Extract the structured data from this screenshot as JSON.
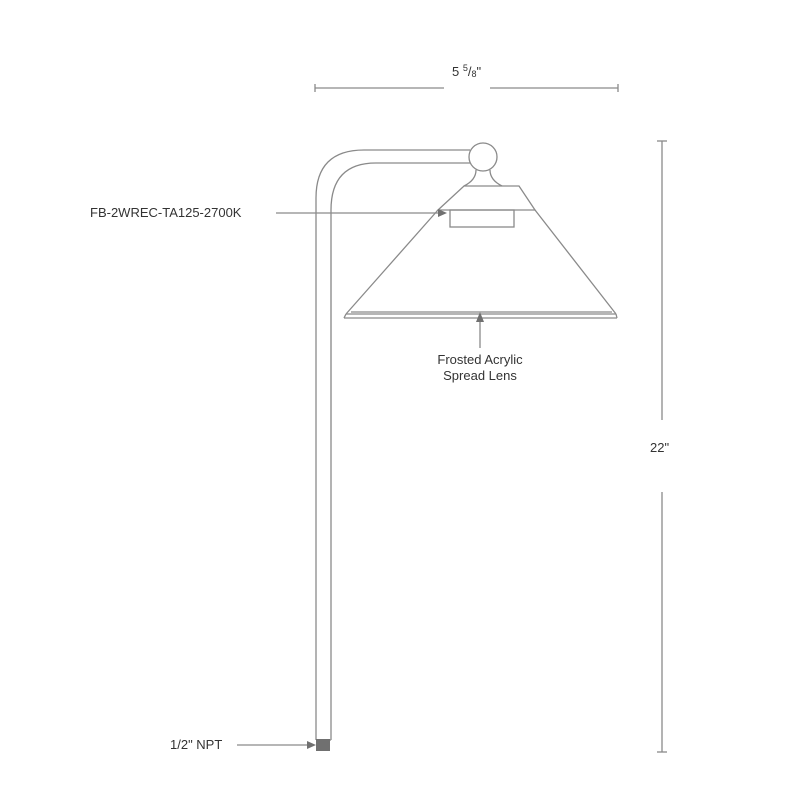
{
  "diagram": {
    "title": "Path light dimension drawing",
    "stroke_color": "#8a8a8a",
    "dark_color": "#707070",
    "background": "#ffffff"
  },
  "dimensions": {
    "width": {
      "whole": "5",
      "numerator": "5",
      "denominator": "8",
      "unit": "\""
    },
    "height": {
      "label": "22\""
    }
  },
  "callouts": {
    "lamp_part": "FB-2WREC-TA125-2700K",
    "lens_line1": "Frosted Acrylic",
    "lens_line2": "Spread Lens",
    "thread": "1/2\" NPT"
  }
}
